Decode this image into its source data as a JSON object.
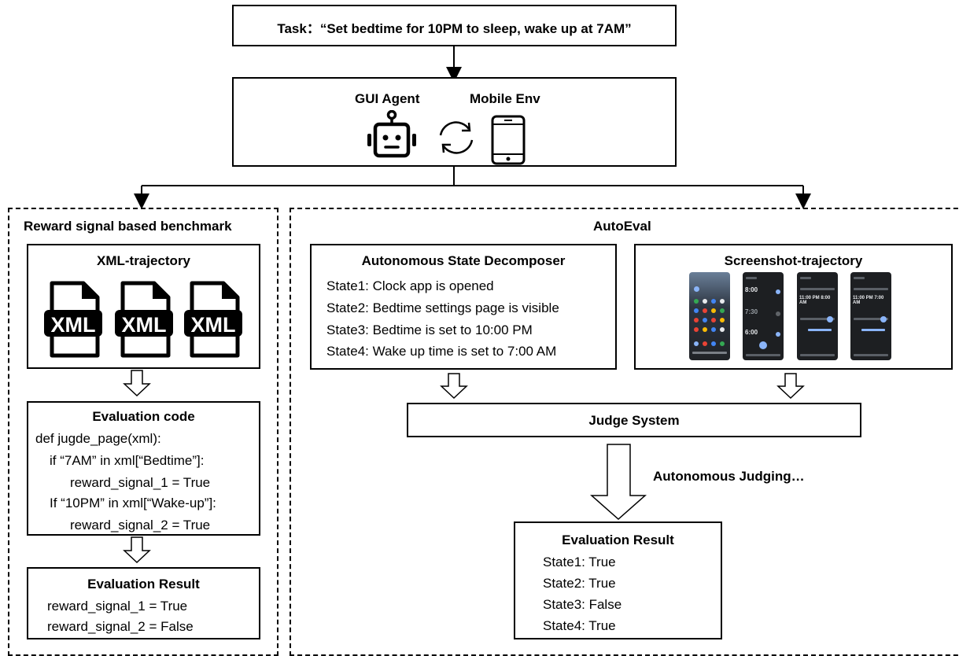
{
  "task": {
    "label": "Task：“Set bedtime for 10PM to sleep, wake up at 7AM”"
  },
  "agent_box": {
    "agent_label": "GUI Agent",
    "env_label": "Mobile Env"
  },
  "left_panel": {
    "title": "Reward signal based benchmark",
    "xml_box": {
      "title": "XML-trajectory",
      "icons": [
        "XML",
        "XML",
        "XML"
      ]
    },
    "eval_code": {
      "title": "Evaluation code",
      "lines": [
        "def jugde_page(xml):",
        "if “7AM” in xml[“Bedtime”]:",
        "reward_signal_1 = True",
        "If “10PM” in xml[“Wake-up”]:",
        "reward_signal_2 = True"
      ]
    },
    "eval_result": {
      "title": "Evaluation Result",
      "lines": [
        "reward_signal_1 = True",
        "reward_signal_2 = False"
      ]
    }
  },
  "right_panel": {
    "title": "AutoEval",
    "decomposer": {
      "title": "Autonomous State Decomposer",
      "states": [
        "State1: Clock app is opened",
        "State2: Bedtime settings page is visible",
        "State3: Bedtime is set to 10:00 PM",
        "State4: Wake up time is set to 7:00 AM"
      ]
    },
    "screenshots": {
      "title": "Screenshot-trajectory",
      "phone2_times": [
        "8:00",
        "7:30",
        "6:00"
      ],
      "phone3_times": "11:00 PM 8:00 AM",
      "phone4_times": "11:00 PM 7:00 AM"
    },
    "judge": {
      "title": "Judge System",
      "note": "Autonomous Judging…"
    },
    "eval_result": {
      "title": "Evaluation Result",
      "lines": [
        "State1: True",
        "State2: True",
        "State3: False",
        "State4: True"
      ]
    }
  }
}
